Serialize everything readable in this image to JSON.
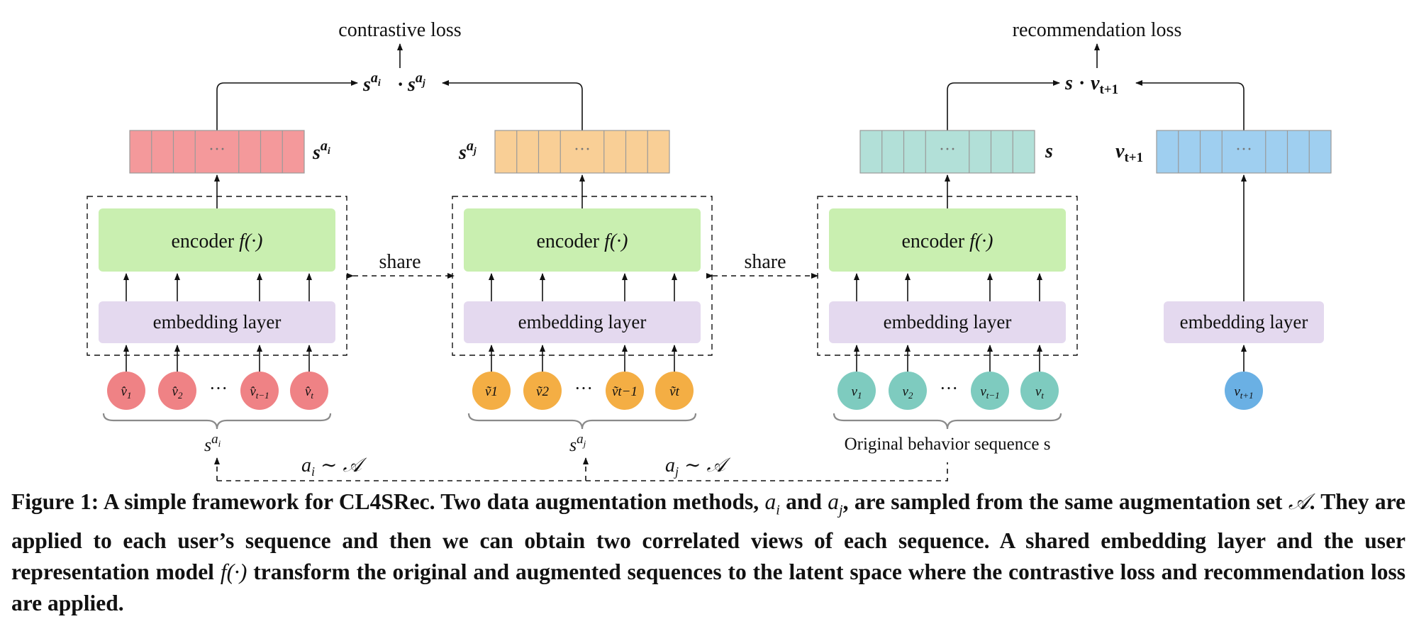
{
  "diagram": {
    "losses": {
      "contrastive": "contrastive loss",
      "recommendation": "recommendation loss"
    },
    "products": {
      "contrastive": "s^{a_i} · s^{a_j}",
      "recommendation": "s · v_{t+1}"
    },
    "rep_labels": {
      "ai": "s^{a_i}",
      "aj": "s^{a_j}",
      "orig": "s",
      "next": "v_{t+1}"
    },
    "encoder_label": "encoder",
    "encoder_fn": "f(·)",
    "embedding_label": "embedding layer",
    "share_label": "share",
    "ellipsis": "···",
    "groups": [
      {
        "id": "ai",
        "color": "#ef8285",
        "rep_color": "#f4999b",
        "items": [
          "v̂1",
          "v̂2",
          "v̂t−1",
          "v̂t"
        ],
        "brace_label": "s^{a_i}"
      },
      {
        "id": "aj",
        "color": "#f4ae44",
        "rep_color": "#f9cf96",
        "items": [
          "ṽ1",
          "ṽ2",
          "ṽt−1",
          "ṽt"
        ],
        "brace_label": "s^{a_j}"
      },
      {
        "id": "orig",
        "color": "#7ecbbf",
        "rep_color": "#b2e0d8",
        "items": [
          "v1",
          "v2",
          "vt−1",
          "vt"
        ],
        "brace_label": "Original behavior sequence s"
      }
    ],
    "next_item": {
      "color": "#6ab0e4",
      "rep_color": "#9fcff0",
      "label": "vt+1"
    },
    "encoder_color": "#c9efb0",
    "embedding_color": "#e4d9ef",
    "sampling": {
      "ai": "a_i ∼ 𝒜",
      "aj": "a_j ∼ 𝒜"
    }
  },
  "caption": {
    "p1": "Figure 1: A simple framework for CL4SRec. Two data augmentation methods, ",
    "ai": "a",
    "p2": " and ",
    "aj": "a",
    "p3": ", are sampled from the same augmentation set ",
    "set": "𝒜",
    "p4": ". They are applied to each user’s sequence and then we can obtain two correlated views of each sequence. A shared embedding layer and the user representation model ",
    "fn": "f(·)",
    "p5": " transform the original and augmented sequences to the latent space where the contrastive loss and recommendation loss are applied."
  }
}
